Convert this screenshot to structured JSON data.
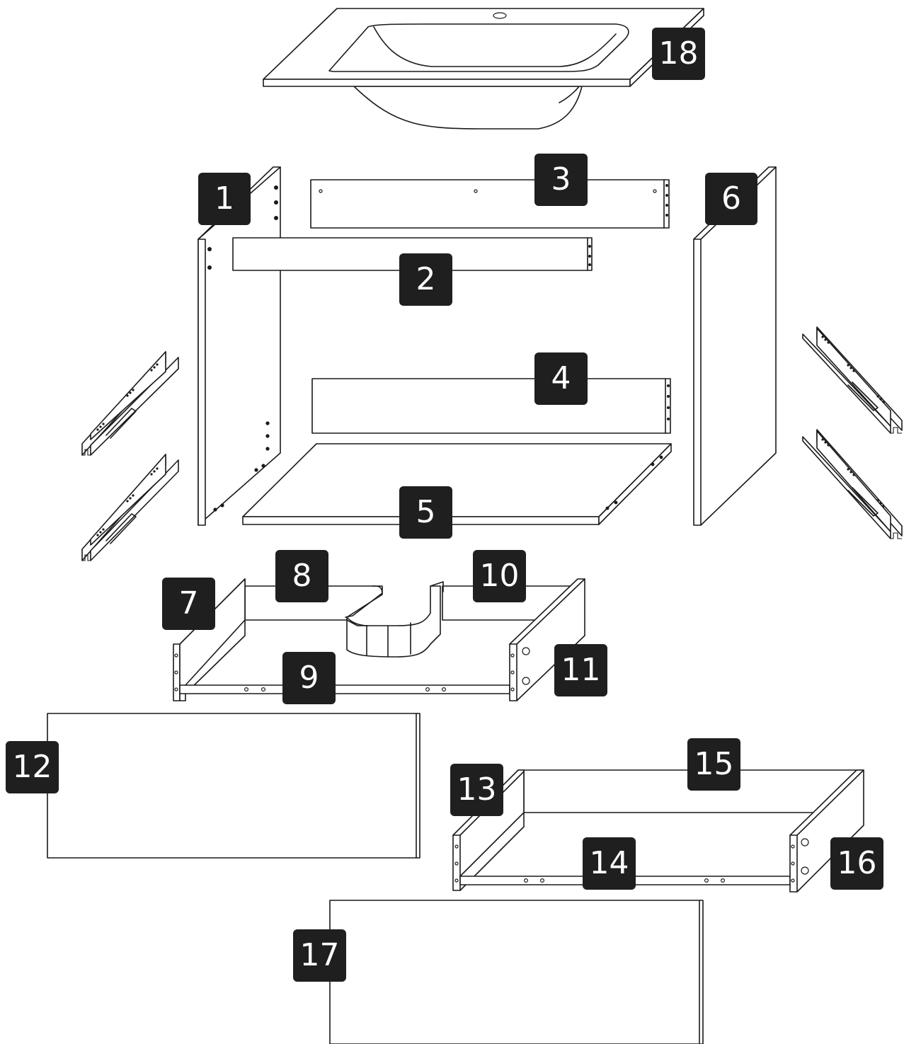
{
  "labels": [
    "1",
    "2",
    "3",
    "4",
    "5",
    "6",
    "7",
    "8",
    "9",
    "10",
    "11",
    "12",
    "13",
    "14",
    "15",
    "16",
    "17",
    "18"
  ],
  "badge_color": "#1f1f1f",
  "line_color": "#1a1a1a"
}
